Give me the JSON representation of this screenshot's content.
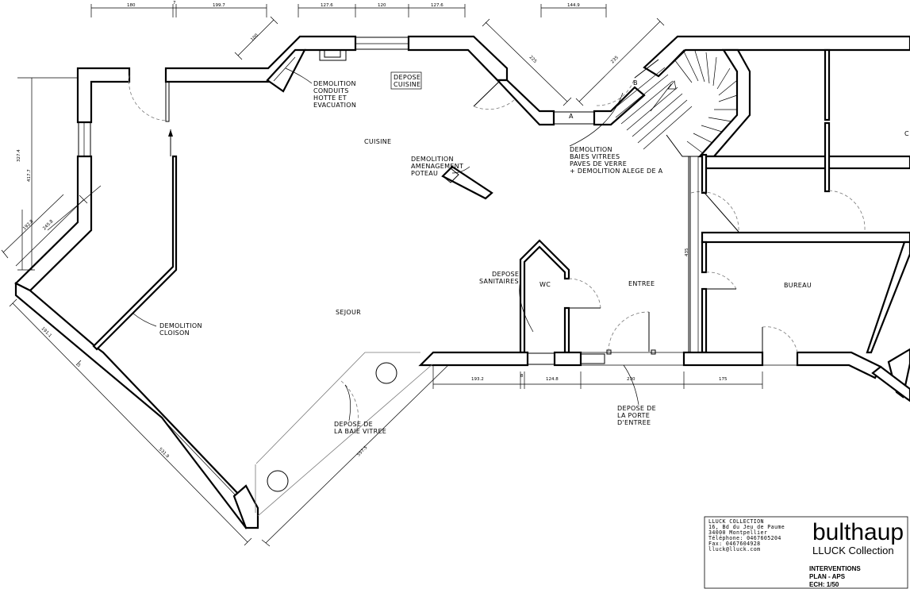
{
  "rooms": {
    "cuisine": "CUISINE",
    "sejour": "SEJOUR",
    "wc": "WC",
    "entree": "ENTREE",
    "bureau": "BUREAU",
    "right_cut": "C"
  },
  "annotations": {
    "demolition_conduits": [
      "DEMOLITION",
      "CONDUITS",
      "HOTTE ET",
      "EVACUATION"
    ],
    "depose_cuisine": [
      "DEPOSE",
      "CUISINE"
    ],
    "demolition_amenagement": [
      "DEMOLITION",
      "AMENAGEMENT",
      "POTEAU"
    ],
    "demolition_baies": [
      "DEMOLITION",
      "BAIES VITREES",
      "PAVES DE VERRE",
      "+ DEMOLITION ALEGE DE A"
    ],
    "demolition_cloison": [
      "DEMOLITION",
      "CLOISON"
    ],
    "depose_sanitaires": [
      "DEPOSE",
      "SANITAIRES"
    ],
    "depose_baie": [
      "DEPOSE DE",
      "LA BAIE VITREE"
    ],
    "depose_porte": [
      "DEPOSE DE",
      "LA PORTE",
      "D'ENTREE"
    ],
    "marker_a": "A",
    "marker_b": "B"
  },
  "dimensions": {
    "top_180": "180",
    "top_7": "7",
    "top_199_7": "199.7",
    "top_127_6_a": "127.6",
    "top_120": "120",
    "top_127_6_b": "127.6",
    "top_144_9": "144.9",
    "diag_100": "100",
    "diag_225": "225",
    "diag_235": "235",
    "left_327_4": "327.4",
    "left_417_7": "417.7",
    "left_192_8": "192.8",
    "left_245_8": "245.8",
    "sw_191_1": "191.1",
    "sw_531_9": "531.9",
    "sw_5": "5",
    "se_557_5": "557.5",
    "bot_193_2": "193.2",
    "bot_8": "8",
    "bot_124_8": "124.8",
    "bot_230": "230",
    "bot_175": "175",
    "v_435": "435"
  },
  "title_block": {
    "address": [
      "LLUCK COLLECTION",
      "16, Bd du Jeu de Paume",
      "34000 Montpellier",
      "Téléphone: 0467605204",
      "Fax: 0467604928",
      "lluck@lluck.com"
    ],
    "brand": "bulthaup",
    "brand_sub": "LLUCK Collection",
    "info": [
      "INTERVENTIONS",
      "PLAN - APS",
      "ECH: 1/50"
    ]
  }
}
